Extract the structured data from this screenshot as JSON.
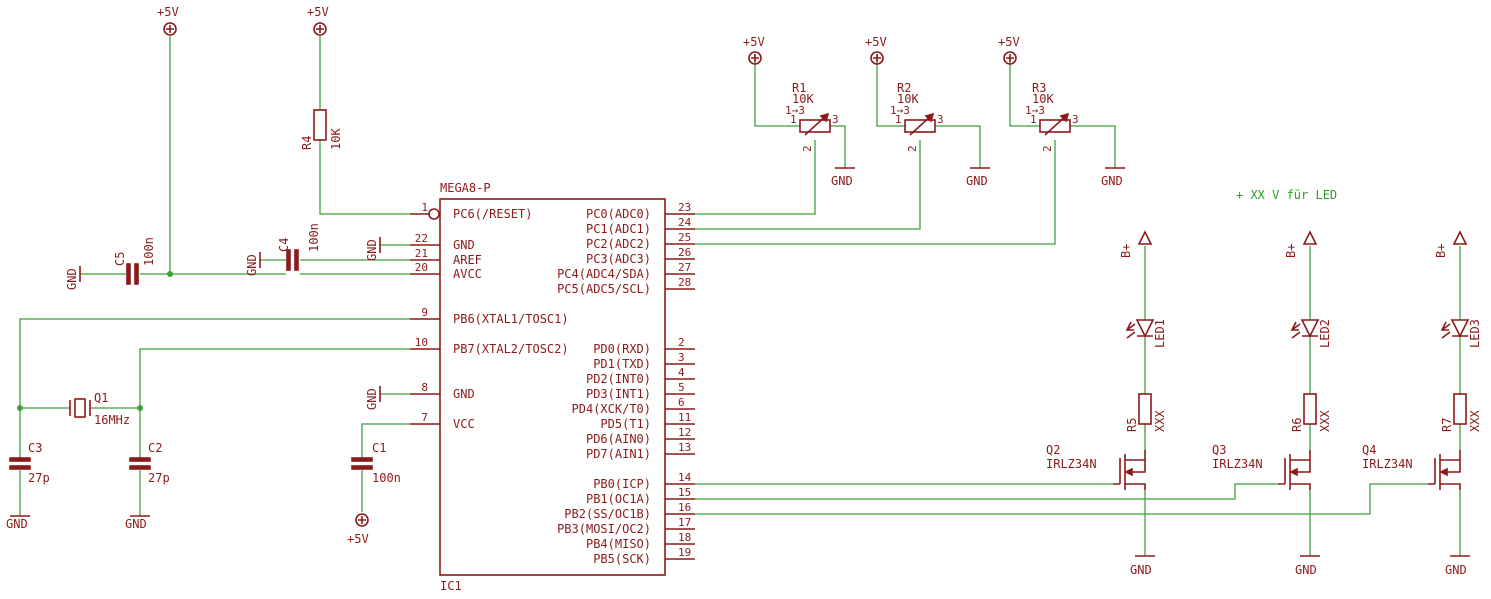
{
  "supply": {
    "top1": "+5V",
    "top2": "+5V",
    "pot1": "+5V",
    "pot2": "+5V",
    "pot3": "+5V",
    "bottom": "+5V"
  },
  "ground": {
    "label": "GND",
    "c5": "GND",
    "c4": "GND",
    "pin22": "GND",
    "pin8": "GND",
    "c3": "GND",
    "c2": "GND",
    "pot1": "GND",
    "pot2": "GND",
    "pot3": "GND",
    "q2": "GND",
    "q3": "GND",
    "q4": "GND"
  },
  "ic": {
    "part": "MEGA8-P",
    "ref": "IC1",
    "left_pins": [
      {
        "num": "1",
        "name": "PC6(/RESET)"
      },
      {
        "num": "22",
        "name": "GND"
      },
      {
        "num": "21",
        "name": "AREF"
      },
      {
        "num": "20",
        "name": "AVCC"
      },
      {
        "num": "9",
        "name": "PB6(XTAL1/TOSC1)"
      },
      {
        "num": "10",
        "name": "PB7(XTAL2/TOSC2)"
      },
      {
        "num": "8",
        "name": "GND"
      },
      {
        "num": "7",
        "name": "VCC"
      }
    ],
    "right_pins": [
      {
        "num": "23",
        "name": "PC0(ADC0)"
      },
      {
        "num": "24",
        "name": "PC1(ADC1)"
      },
      {
        "num": "25",
        "name": "PC2(ADC2)"
      },
      {
        "num": "26",
        "name": "PC3(ADC3)"
      },
      {
        "num": "27",
        "name": "PC4(ADC4/SDA)"
      },
      {
        "num": "28",
        "name": "PC5(ADC5/SCL)"
      },
      {
        "num": "2",
        "name": "PD0(RXD)"
      },
      {
        "num": "3",
        "name": "PD1(TXD)"
      },
      {
        "num": "4",
        "name": "PD2(INT0)"
      },
      {
        "num": "5",
        "name": "PD3(INT1)"
      },
      {
        "num": "6",
        "name": "PD4(XCK/T0)"
      },
      {
        "num": "11",
        "name": "PD5(T1)"
      },
      {
        "num": "12",
        "name": "PD6(AIN0)"
      },
      {
        "num": "13",
        "name": "PD7(AIN1)"
      },
      {
        "num": "14",
        "name": "PB0(ICP)"
      },
      {
        "num": "15",
        "name": "PB1(OC1A)"
      },
      {
        "num": "16",
        "name": "PB2(SS/OC1B)"
      },
      {
        "num": "17",
        "name": "PB3(MOSI/OC2)"
      },
      {
        "num": "18",
        "name": "PB4(MISO)"
      },
      {
        "num": "19",
        "name": "PB5(SCK)"
      }
    ]
  },
  "components": {
    "r4": {
      "ref": "R4",
      "value": "10K"
    },
    "c5": {
      "ref": "C5",
      "value": "100n"
    },
    "c4": {
      "ref": "C4",
      "value": "100n"
    },
    "c1": {
      "ref": "C1",
      "value": "100n"
    },
    "c3": {
      "ref": "C3",
      "value": "27p"
    },
    "c2": {
      "ref": "C2",
      "value": "27p"
    },
    "q1": {
      "ref": "Q1",
      "value": "16MHz"
    },
    "pots": [
      {
        "ref": "R1",
        "value": "10K",
        "pin1": "1",
        "pin2": "2",
        "pin3": "3",
        "arrow": "1→3"
      },
      {
        "ref": "R2",
        "value": "10K",
        "pin1": "1",
        "pin2": "2",
        "pin3": "3",
        "arrow": "1→3"
      },
      {
        "ref": "R3",
        "value": "10K",
        "pin1": "1",
        "pin2": "2",
        "pin3": "3",
        "arrow": "1→3"
      }
    ],
    "leds": [
      {
        "ref": "LED1",
        "supply": "B+",
        "resistor": "R5",
        "res_value": "XXX",
        "fet": "Q2",
        "fet_value": "IRLZ34N"
      },
      {
        "ref": "LED2",
        "supply": "B+",
        "resistor": "R6",
        "res_value": "XXX",
        "fet": "Q3",
        "fet_value": "IRLZ34N"
      },
      {
        "ref": "LED3",
        "supply": "B+",
        "resistor": "R7",
        "res_value": "XXX",
        "fet": "Q4",
        "fet_value": "IRLZ34N"
      }
    ]
  },
  "note": "+ XX V für LED",
  "colors": {
    "wire": "#3fa03f",
    "part": "#8b1a1a",
    "note": "#2aa02a",
    "background": "#ffffff"
  }
}
